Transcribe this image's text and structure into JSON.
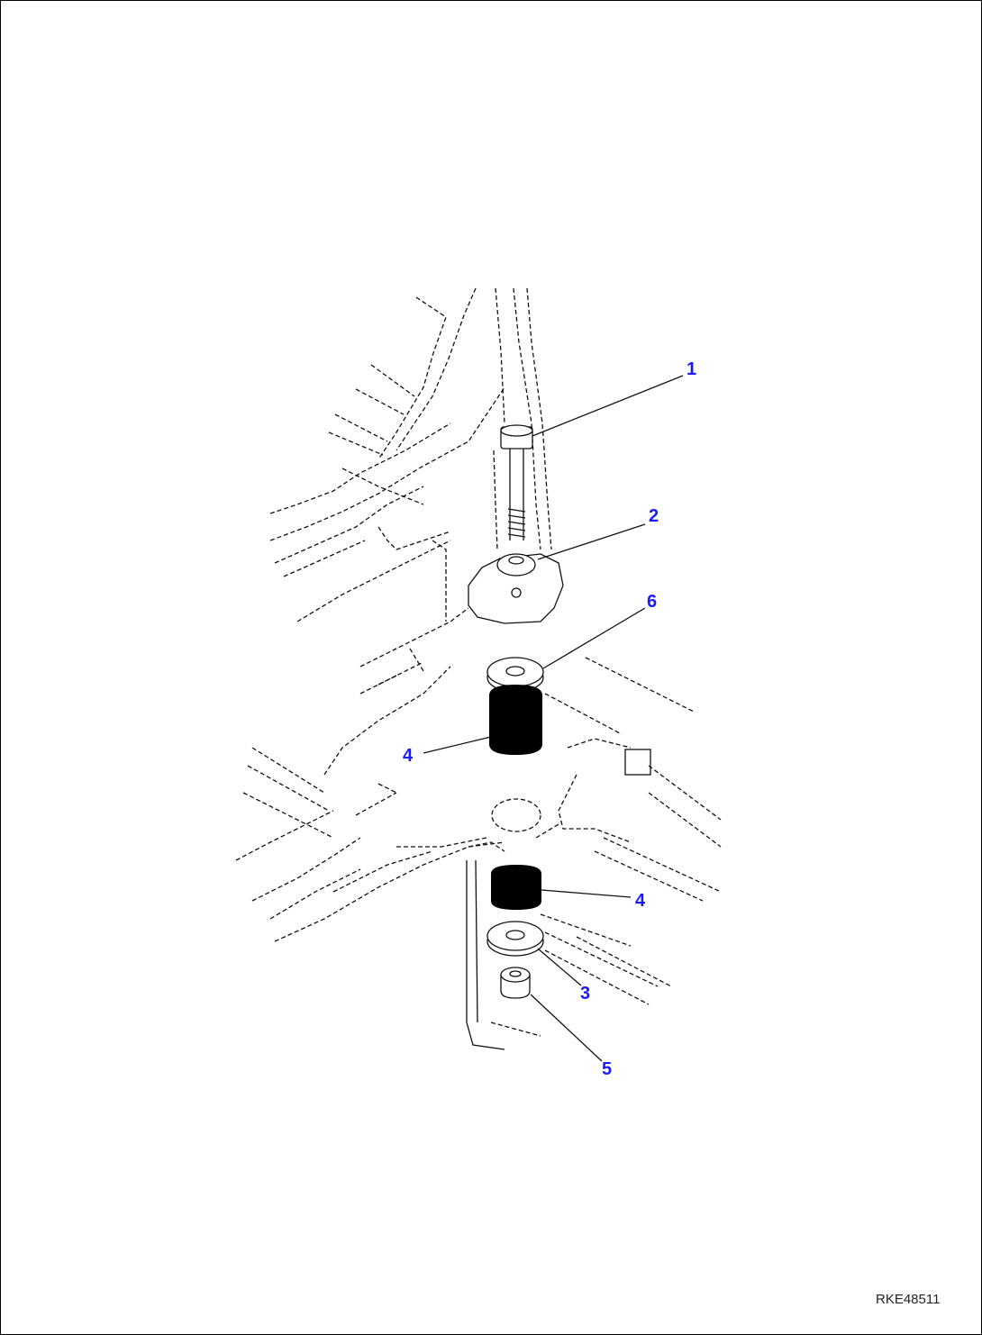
{
  "drawing": {
    "reference_code": "RKE48511",
    "callouts": [
      {
        "id": "1",
        "label": "1"
      },
      {
        "id": "2",
        "label": "2"
      },
      {
        "id": "6",
        "label": "6"
      },
      {
        "id": "4a",
        "label": "4"
      },
      {
        "id": "4b",
        "label": "4"
      },
      {
        "id": "3",
        "label": "3"
      },
      {
        "id": "5",
        "label": "5"
      }
    ],
    "colors": {
      "callout": "#1a1aff",
      "line": "#111111",
      "rubber": "#000000",
      "frame": "#000000"
    }
  }
}
